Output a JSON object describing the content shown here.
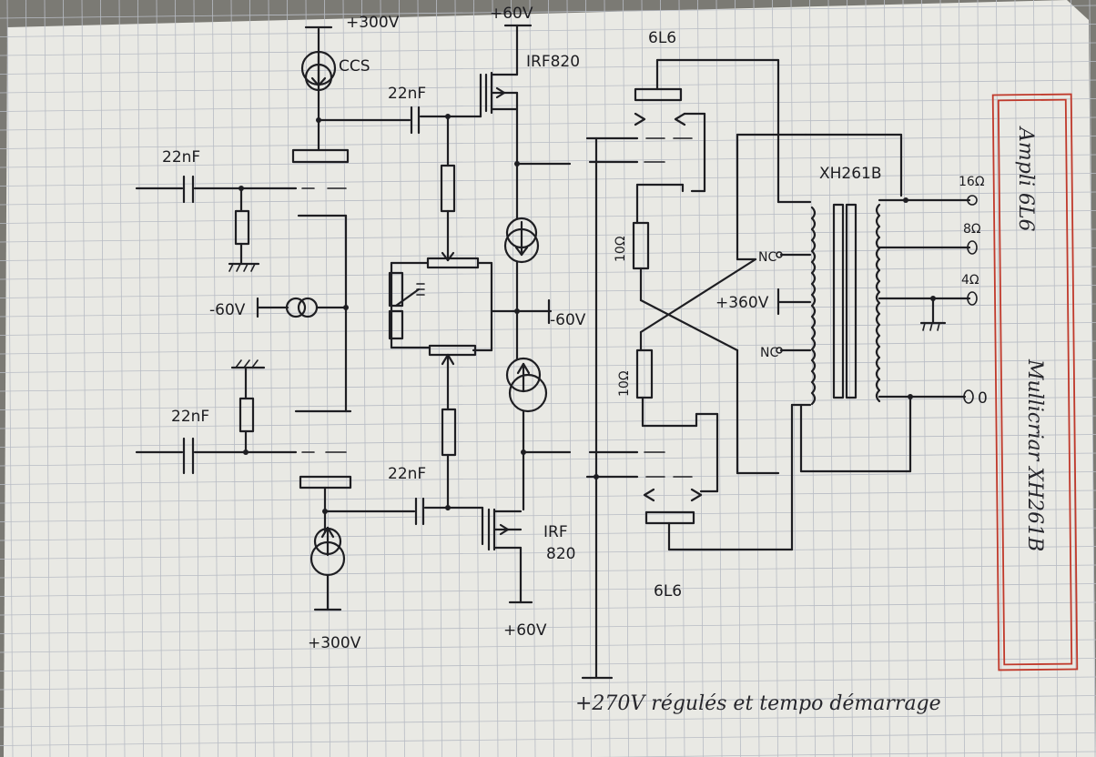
{
  "title_box": {
    "line1": "Ampli 6L6",
    "line2": "Mullicriar XH261B"
  },
  "supplies": {
    "plus300_top": "+300V",
    "ccs": "CCS",
    "plus60_top": "+60V",
    "minus60_left": "-60V",
    "minus60_mid": "-60V",
    "plus300_bottom": "+300V",
    "plus60_bottom": "+60V",
    "plus360": "+360V",
    "plus270": "+270V régulés et tempo démarrage"
  },
  "capacitors": {
    "c_top_mid": "22nF",
    "c_in_top": "22nF",
    "c_in_bottom": "22nF",
    "c_bottom_mid": "22nF"
  },
  "mosfets": {
    "top": "IRF820",
    "bottom_a": "IRF",
    "bottom_b": "820"
  },
  "tubes": {
    "top": "6L6",
    "bottom": "6L6"
  },
  "resistors": {
    "r_top": "10Ω",
    "r_bottom": "10Ω"
  },
  "transformer": {
    "name": "XH261B",
    "nc_top": "NC",
    "nc_bottom": "NC",
    "tap_16": "16Ω",
    "tap_8": "8Ω",
    "tap_4": "4Ω",
    "tap_0": "0"
  },
  "colors": {
    "paper": "#e9e9e4",
    "grid": "#b8bcc4",
    "ink": "#1e1e22",
    "frame": "#c0392b"
  }
}
